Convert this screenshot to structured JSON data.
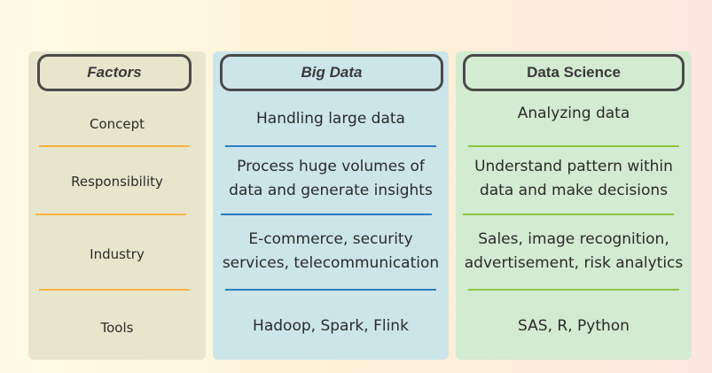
{
  "headers": {
    "factors": "Factors",
    "big_data": "Big Data",
    "data_science": "Data Science"
  },
  "rows": [
    {
      "factor": "Concept",
      "big_data": "Handling large data",
      "data_science": "Analyzing data"
    },
    {
      "factor": "Responsibility",
      "big_data": "Process huge volumes of data and generate insights",
      "data_science": "Understand pattern within data and make decisions"
    },
    {
      "factor": "Industry",
      "big_data": "E-commerce, security services, telecommunication",
      "data_science": "Sales, image recognition, advertisement, risk analytics"
    },
    {
      "factor": "Tools",
      "big_data": "Hadoop, Spark, Flink",
      "data_science": "SAS, R, Python"
    }
  ],
  "colors": {
    "factors_divider": "#f6b443",
    "big_data_divider": "#2c7cc0",
    "data_science_divider": "#8cc63f"
  }
}
